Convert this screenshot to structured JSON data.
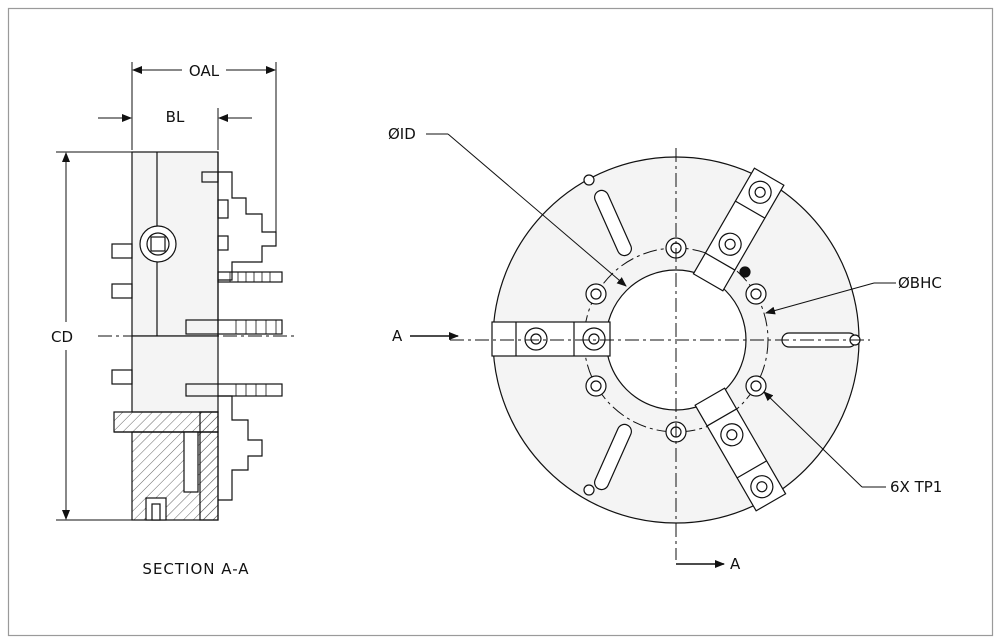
{
  "labels": {
    "oal": "OAL",
    "bl": "BL",
    "cd": "CD",
    "section": "SECTION A-A",
    "id": "ØID",
    "bhc": "ØBHC",
    "tp": "6X TP1",
    "section_mark_left": "A",
    "section_mark_bottom": "A"
  },
  "colors": {
    "line": "#111111",
    "frame": "#9a9a9a",
    "face": "#f4f4f4",
    "side": "#e6e6e6",
    "hatch": "#555555",
    "background": "#ffffff"
  }
}
